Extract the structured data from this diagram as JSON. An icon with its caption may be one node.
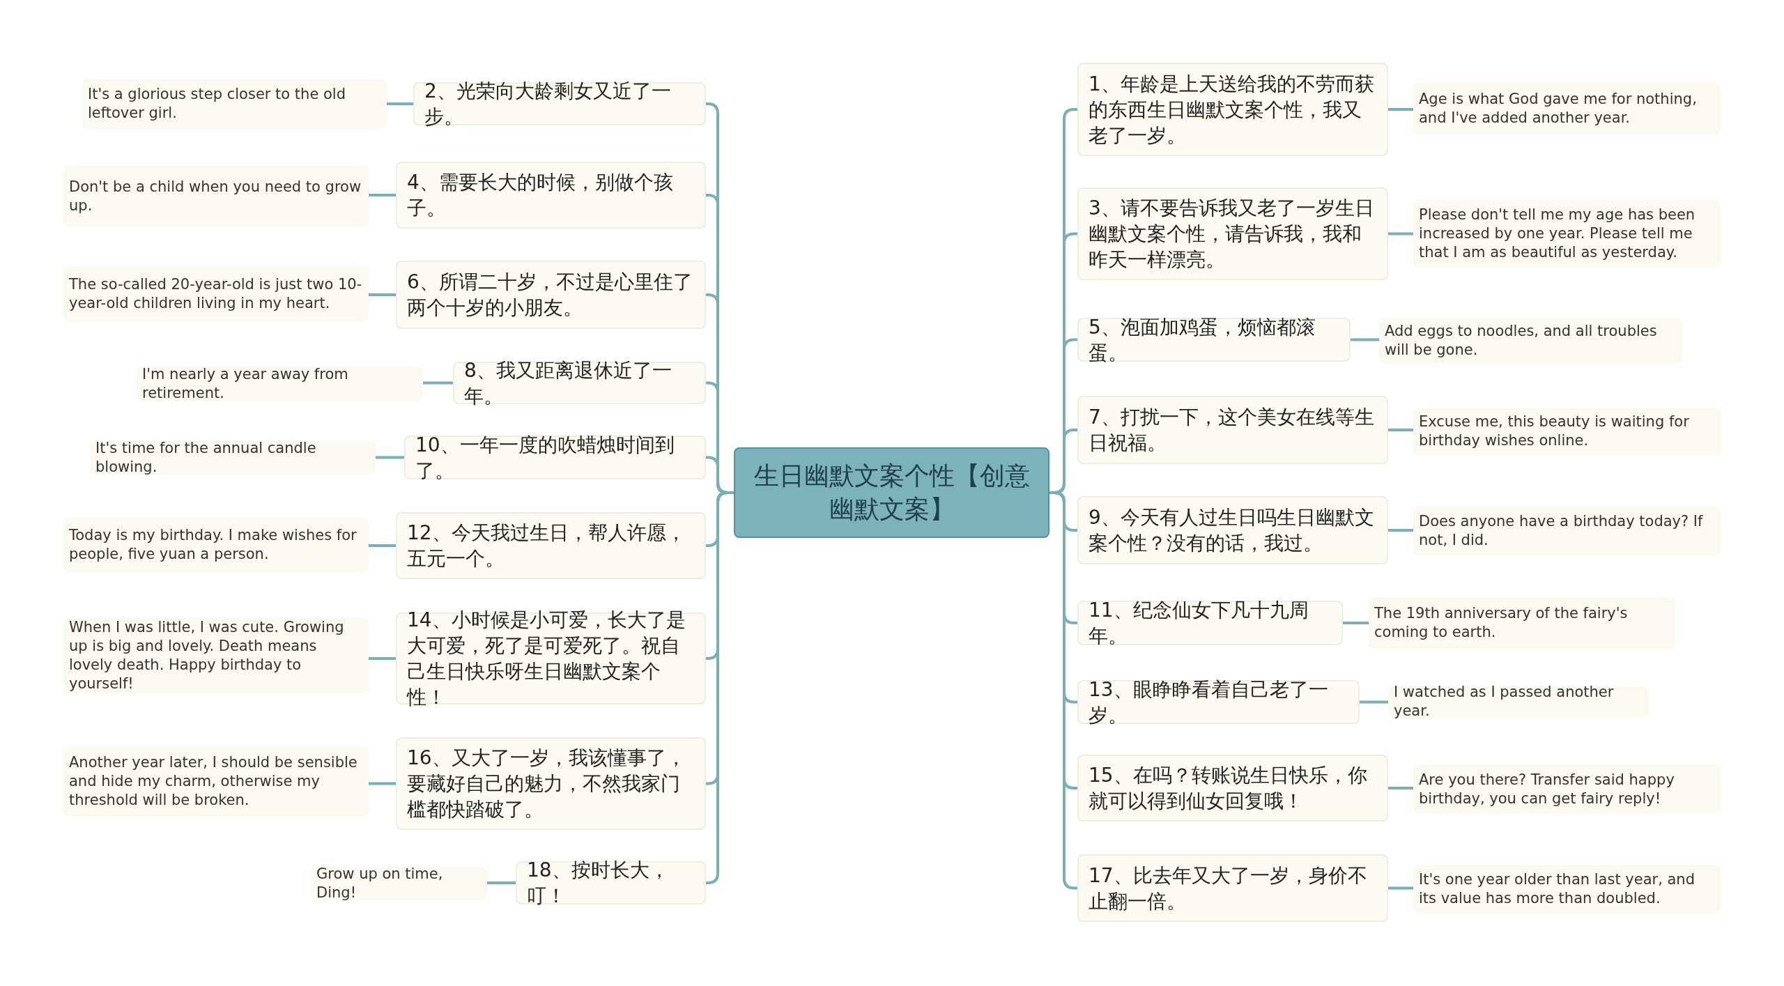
{
  "diagram": {
    "nodes": [
      {
        "text": [
          "生日幽默文案个性【创意幽默文案】"
        ]
      },
      {
        "text": [
          "2、光荣向大龄剩女又近了一步。"
        ]
      },
      {
        "text": [
          "It's a glorious step closer to the old leftover girl."
        ]
      },
      {
        "text": [
          "4、需要长大的时候，别做个孩子。"
        ]
      },
      {
        "text": [
          "Don't be a child when you need to grow up."
        ]
      },
      {
        "text": [
          "6、所谓二十岁，不过是心里住了两个十岁的小朋友。"
        ]
      },
      {
        "text": [
          "The so-called 20-year-old is just two 10-year-old children living in my heart."
        ]
      },
      {
        "text": [
          "8、我又距离退休近了一年。"
        ]
      },
      {
        "text": [
          "I'm nearly a year away from retirement."
        ]
      },
      {
        "text": [
          "10、一年一度的吹蜡烛时间到了。"
        ]
      },
      {
        "text": [
          "It's time for the annual candle blowing."
        ]
      },
      {
        "text": [
          "12、今天我过生日，帮人许愿，五元一个。"
        ]
      },
      {
        "text": [
          "Today is my birthday. I make wishes for people, five yuan a person."
        ]
      },
      {
        "text": [
          "14、小时候是小可爱，长大了是大可爱，死了是可爱死了。祝自己生日快乐呀生日幽默文案个性！"
        ]
      },
      {
        "text": [
          "When I was little, I was cute. Growing up is big and lovely. Death means lovely death. Happy birthday to yourself!"
        ]
      },
      {
        "text": [
          "16、又大了一岁，我该懂事了，要藏好自己的魅力，不然我家门槛都快踏破了。"
        ]
      },
      {
        "text": [
          "Another year later, I should be sensible and hide my charm, otherwise my threshold will be broken."
        ]
      },
      {
        "text": [
          "18、按时长大，叮！"
        ]
      },
      {
        "text": [
          "Grow up on time, Ding!"
        ]
      },
      {
        "text": [
          "1、年龄是上天送给我的不劳而获的东西生日幽默文案个性，我又老了一岁。"
        ]
      },
      {
        "text": [
          "Age is what God gave me for nothing, and I've added another year."
        ]
      },
      {
        "text": [
          "3、请不要告诉我又老了一岁生日幽默文案个性，请告诉我，我和昨天一样漂亮。"
        ]
      },
      {
        "text": [
          "Please don't tell me my age has been increased by one year. Please tell me that I am as beautiful as yesterday."
        ]
      },
      {
        "text": [
          "5、泡面加鸡蛋，烦恼都滚蛋。"
        ]
      },
      {
        "text": [
          "Add eggs to noodles, and all troubles will be gone."
        ]
      },
      {
        "text": [
          "7、打扰一下，这个美女在线等生日祝福。"
        ]
      },
      {
        "text": [
          "Excuse me, this beauty is waiting for birthday wishes online."
        ]
      },
      {
        "text": [
          "9、今天有人过生日吗生日幽默文案个性？没有的话，我过。"
        ]
      },
      {
        "text": [
          "Does anyone have a birthday today? If not, I did."
        ]
      },
      {
        "text": [
          "11、纪念仙女下凡十九周年。"
        ]
      },
      {
        "text": [
          "The 19th anniversary of the fairy's coming to earth."
        ]
      },
      {
        "text": [
          "13、眼睁睁看着自己老了一岁。"
        ]
      },
      {
        "text": [
          "I watched as I passed another year."
        ]
      },
      {
        "text": [
          "15、在吗？转账说生日快乐，你就可以得到仙女回复哦！"
        ]
      },
      {
        "text": [
          "Are you there? Transfer said happy birthday, you can get fairy reply!"
        ]
      },
      {
        "text": [
          "17、比去年又大了一岁，身价不止翻一倍。"
        ]
      },
      {
        "text": [
          "It's one year older than last year, and its value has more than doubled."
        ]
      }
    ],
    "edges": [
      {
        "from": 0,
        "to": 1,
        "arrow": "none"
      },
      {
        "from": 0,
        "to": 3,
        "arrow": "none"
      },
      {
        "from": 0,
        "to": 5,
        "arrow": "none"
      },
      {
        "from": 0,
        "to": 7,
        "arrow": "none"
      },
      {
        "from": 0,
        "to": 9,
        "arrow": "none"
      },
      {
        "from": 0,
        "to": 11,
        "arrow": "none"
      },
      {
        "from": 0,
        "to": 13,
        "arrow": "none"
      },
      {
        "from": 0,
        "to": 15,
        "arrow": "none"
      },
      {
        "from": 0,
        "to": 17,
        "arrow": "none"
      },
      {
        "from": 0,
        "to": 19,
        "arrow": "none"
      },
      {
        "from": 0,
        "to": 21,
        "arrow": "none"
      },
      {
        "from": 0,
        "to": 23,
        "arrow": "none"
      },
      {
        "from": 0,
        "to": 25,
        "arrow": "none"
      },
      {
        "from": 0,
        "to": 27,
        "arrow": "none"
      },
      {
        "from": 0,
        "to": 29,
        "arrow": "none"
      },
      {
        "from": 0,
        "to": 31,
        "arrow": "none"
      },
      {
        "from": 0,
        "to": 33,
        "arrow": "none"
      },
      {
        "from": 0,
        "to": 35,
        "arrow": "none"
      },
      {
        "from": 1,
        "to": 2,
        "arrow": "none"
      },
      {
        "from": 3,
        "to": 4,
        "arrow": "none"
      },
      {
        "from": 5,
        "to": 6,
        "arrow": "none"
      },
      {
        "from": 7,
        "to": 8,
        "arrow": "none"
      },
      {
        "from": 9,
        "to": 10,
        "arrow": "none"
      },
      {
        "from": 11,
        "to": 12,
        "arrow": "none"
      },
      {
        "from": 13,
        "to": 14,
        "arrow": "none"
      },
      {
        "from": 15,
        "to": 16,
        "arrow": "none"
      },
      {
        "from": 17,
        "to": 18,
        "arrow": "none"
      },
      {
        "from": 19,
        "to": 20,
        "arrow": "none"
      },
      {
        "from": 21,
        "to": 22,
        "arrow": "none"
      },
      {
        "from": 23,
        "to": 24,
        "arrow": "none"
      },
      {
        "from": 25,
        "to": 26,
        "arrow": "none"
      },
      {
        "from": 27,
        "to": 28,
        "arrow": "none"
      },
      {
        "from": 29,
        "to": 30,
        "arrow": "none"
      },
      {
        "from": 31,
        "to": 32,
        "arrow": "none"
      },
      {
        "from": 33,
        "to": 34,
        "arrow": "none"
      },
      {
        "from": 35,
        "to": 36,
        "arrow": "none"
      }
    ]
  }
}
